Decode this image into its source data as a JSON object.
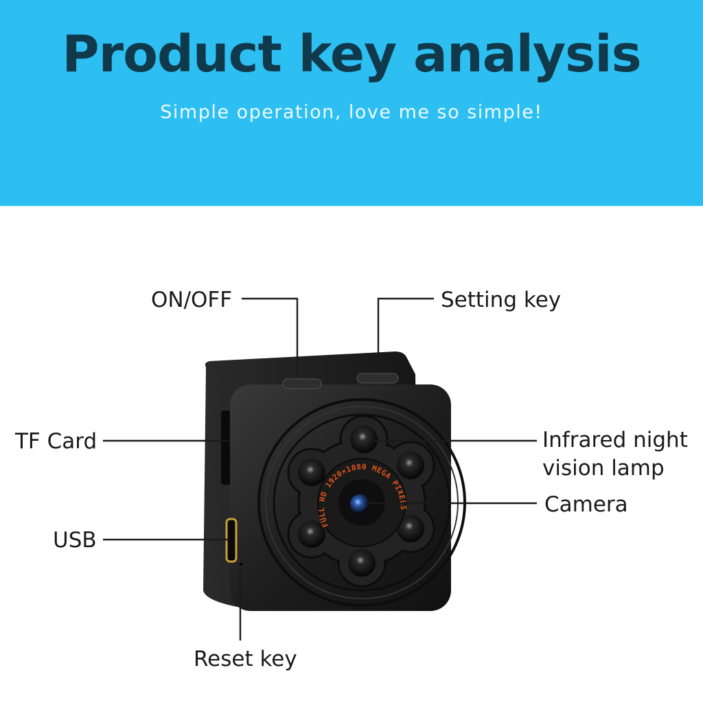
{
  "header": {
    "title": "Product key analysis",
    "subtitle": "Simple operation, love me so simple!"
  },
  "lens_ring_text": {
    "line1": "FULL HD 1920×1080 MEGA PIXELS"
  },
  "callouts": {
    "on_off": "ON/OFF",
    "setting_key": "Setting key",
    "tf_card": "TF Card",
    "infrared_line1": "Infrared night",
    "infrared_line2": "vision lamp",
    "camera": "Camera",
    "usb": "USB",
    "reset_key": "Reset key"
  },
  "colors": {
    "banner": "#2dbff2",
    "title": "#103a4c",
    "subtitle": "#eefaff",
    "lens_ring_text": "#e0561a"
  }
}
